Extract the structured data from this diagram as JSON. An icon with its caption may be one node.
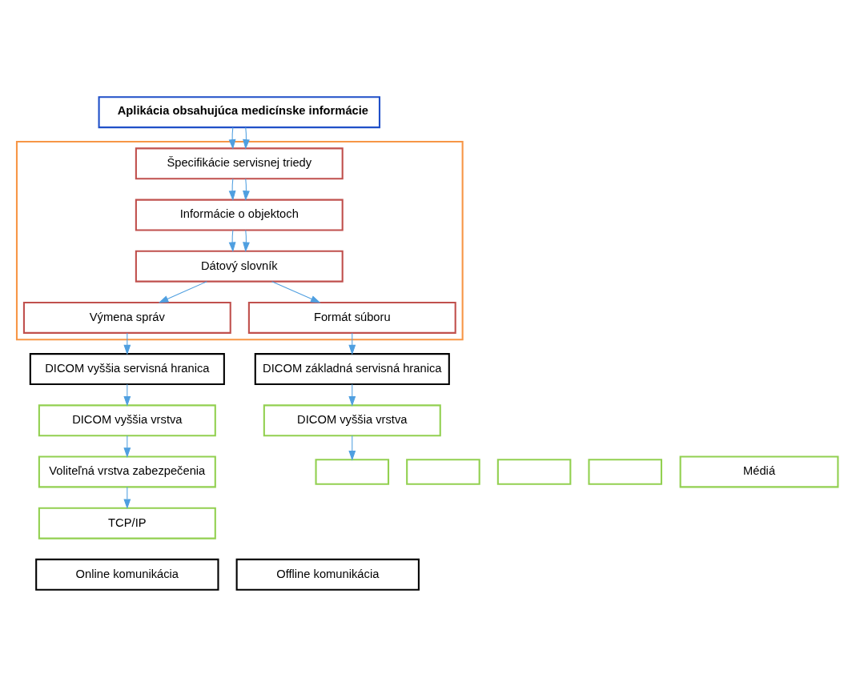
{
  "diagram": {
    "nodes": [
      {
        "text": [
          "Aplikácia obsahujúca medicínske informácie"
        ]
      },
      {
        "text": [],
        "shape": "box"
      },
      {
        "text": [
          "Špecifikácie servisnej triedy"
        ],
        "in": 1
      },
      {
        "text": [
          "Informácie o objektoch"
        ],
        "in": 1
      },
      {
        "text": [
          "Dátový slovník"
        ],
        "in": 1
      },
      {
        "text": [
          "Výmena správ"
        ],
        "in": 1
      },
      {
        "text": [
          "Formát súboru"
        ],
        "in": 1
      },
      {
        "text": [
          "DICOM vyššia servisná hranica"
        ]
      },
      {
        "text": [
          "DICOM základná servisná hranica"
        ]
      },
      {
        "text": [
          "DICOM vyššia vrstva"
        ]
      },
      {
        "text": [
          "Voliteľná vrstva zabezpečenia"
        ]
      },
      {
        "text": [
          "TCP/IP"
        ]
      },
      {
        "text": [
          "DICOM vyššia vrstva"
        ]
      },
      {
        "text": [],
        "shape": "box"
      },
      {
        "text": [],
        "shape": "box"
      },
      {
        "text": [],
        "shape": "box"
      },
      {
        "text": [],
        "shape": "box"
      },
      {
        "text": [
          "Médiá"
        ]
      },
      {
        "text": [
          "Online komunikácia"
        ]
      },
      {
        "text": [
          "Offline komunikácia"
        ]
      }
    ],
    "edges": [
      {
        "from": 0,
        "to": 2,
        "arrow": "to"
      },
      {
        "from": 0,
        "to": 2,
        "arrow": "to"
      },
      {
        "from": 2,
        "to": 3,
        "arrow": "to"
      },
      {
        "from": 2,
        "to": 3,
        "arrow": "to"
      },
      {
        "from": 3,
        "to": 4,
        "arrow": "to"
      },
      {
        "from": 3,
        "to": 4,
        "arrow": "to"
      },
      {
        "from": 4,
        "to": 5,
        "arrow": "to"
      },
      {
        "from": 4,
        "to": 6,
        "arrow": "to"
      },
      {
        "from": 5,
        "to": 7,
        "arrow": "to"
      },
      {
        "from": 6,
        "to": 8,
        "arrow": "to"
      },
      {
        "from": 7,
        "to": 9,
        "arrow": "to"
      },
      {
        "from": 9,
        "to": 10,
        "arrow": "to"
      },
      {
        "from": 10,
        "to": 11,
        "arrow": "to"
      },
      {
        "from": 8,
        "to": 12,
        "arrow": "to"
      },
      {
        "from": 12,
        "to": 13,
        "arrow": "to"
      }
    ]
  }
}
